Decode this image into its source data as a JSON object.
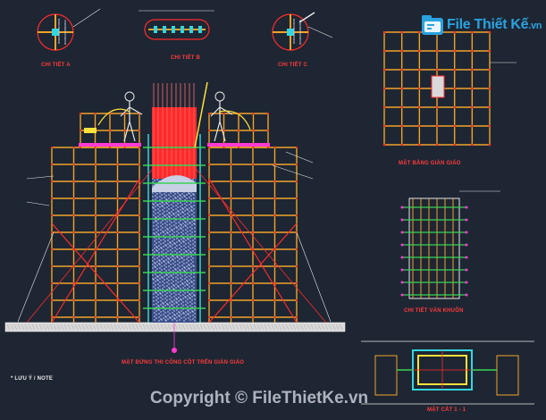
{
  "logo": {
    "brand": "File Thiết Kế",
    "suffix": ".vn",
    "icon": "folder-icon"
  },
  "labels": {
    "detail_a": "CHI TIẾT A",
    "detail_b": "CHI TIẾT B",
    "detail_c": "CHI TIẾT C",
    "plan_title": "MẶT BẰNG GIÀN GIÁO",
    "formwork_title": "CHI TIẾT VÁN KHUÔN",
    "section_title": "MẶT CẮT 1 - 1",
    "main_title": "MẶT ĐỨNG THI CÔNG CỘT TRÊN GIÀN GIÁO",
    "note": "* LƯU Ý / NOTE"
  },
  "watermark": "Copyright © FileThietKe.vn",
  "colors": {
    "background": "#1e2633",
    "scaffold": "#f0a32a",
    "red": "#ff2a2a",
    "cyan": "#33d6e0",
    "green": "#39d353",
    "white": "#e8e8e8",
    "magenta": "#ff3bd4",
    "yellow": "#ffe23b",
    "brand": "#2aa3e0"
  }
}
